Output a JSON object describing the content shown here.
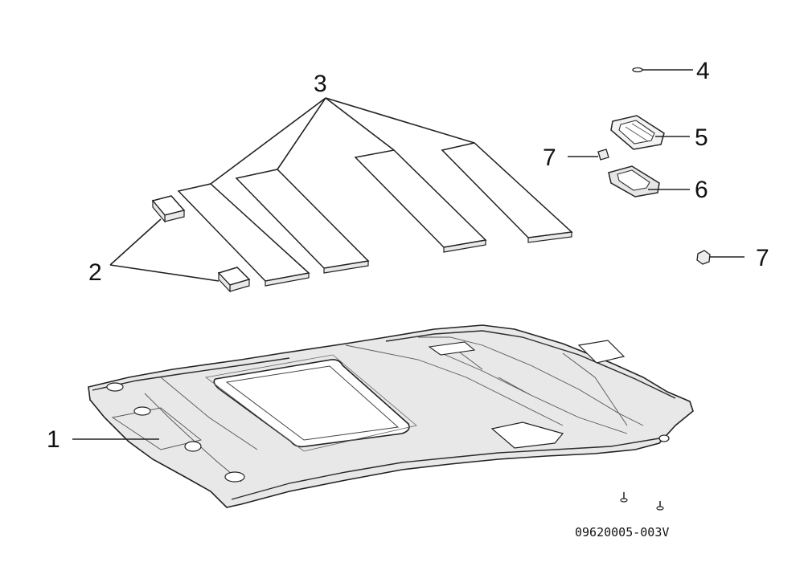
{
  "callouts": {
    "c1": "1",
    "c2": "2",
    "c3": "3",
    "c4": "4",
    "c5": "5",
    "c6": "6",
    "c7a": "7",
    "c7b": "7"
  },
  "part_code": "09620005-003V",
  "colors": {
    "line": "#222222",
    "panel_fill": "#e8e8e8",
    "background": "#ffffff"
  }
}
